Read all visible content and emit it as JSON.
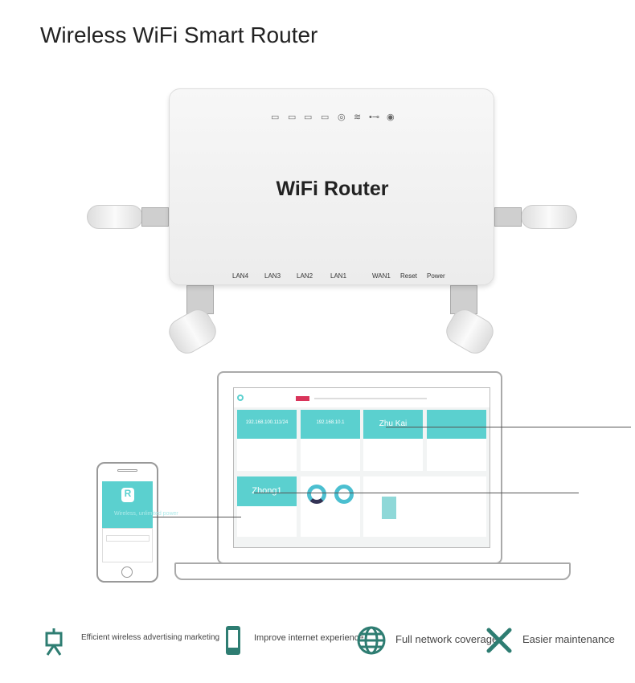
{
  "title": "Wireless WiFi Smart Router",
  "router": {
    "logo": "WiFi Router",
    "leds": [
      "lan-icon",
      "lan-icon",
      "lan-icon",
      "lan-icon",
      "globe-icon",
      "wifi-icon",
      "usb-icon",
      "power-icon"
    ],
    "ports": [
      "LAN4",
      "LAN3",
      "LAN2",
      "LAN1",
      "WAN1",
      "Reset",
      "Power"
    ]
  },
  "dashboard": {
    "wan_ip": "192.168.100.111/24",
    "lan_ip": "192.168.10.1",
    "user": "Zhu Kai",
    "ssid": "Zhong1",
    "accent": "#5bd0cf",
    "tab_active_color": "#d9345a"
  },
  "phone": {
    "tagline": "Wireless, unlimited power",
    "logo": "R"
  },
  "features": [
    {
      "icon": "presentation-board-icon",
      "label": "Efficient wireless advertising marketing"
    },
    {
      "icon": "smartphone-icon",
      "label": "Improve internet experience"
    },
    {
      "icon": "globe-icon",
      "label": "Full network coverage"
    },
    {
      "icon": "tools-icon",
      "label": "Easier maintenance"
    }
  ],
  "icon_color": "#2e7d72"
}
